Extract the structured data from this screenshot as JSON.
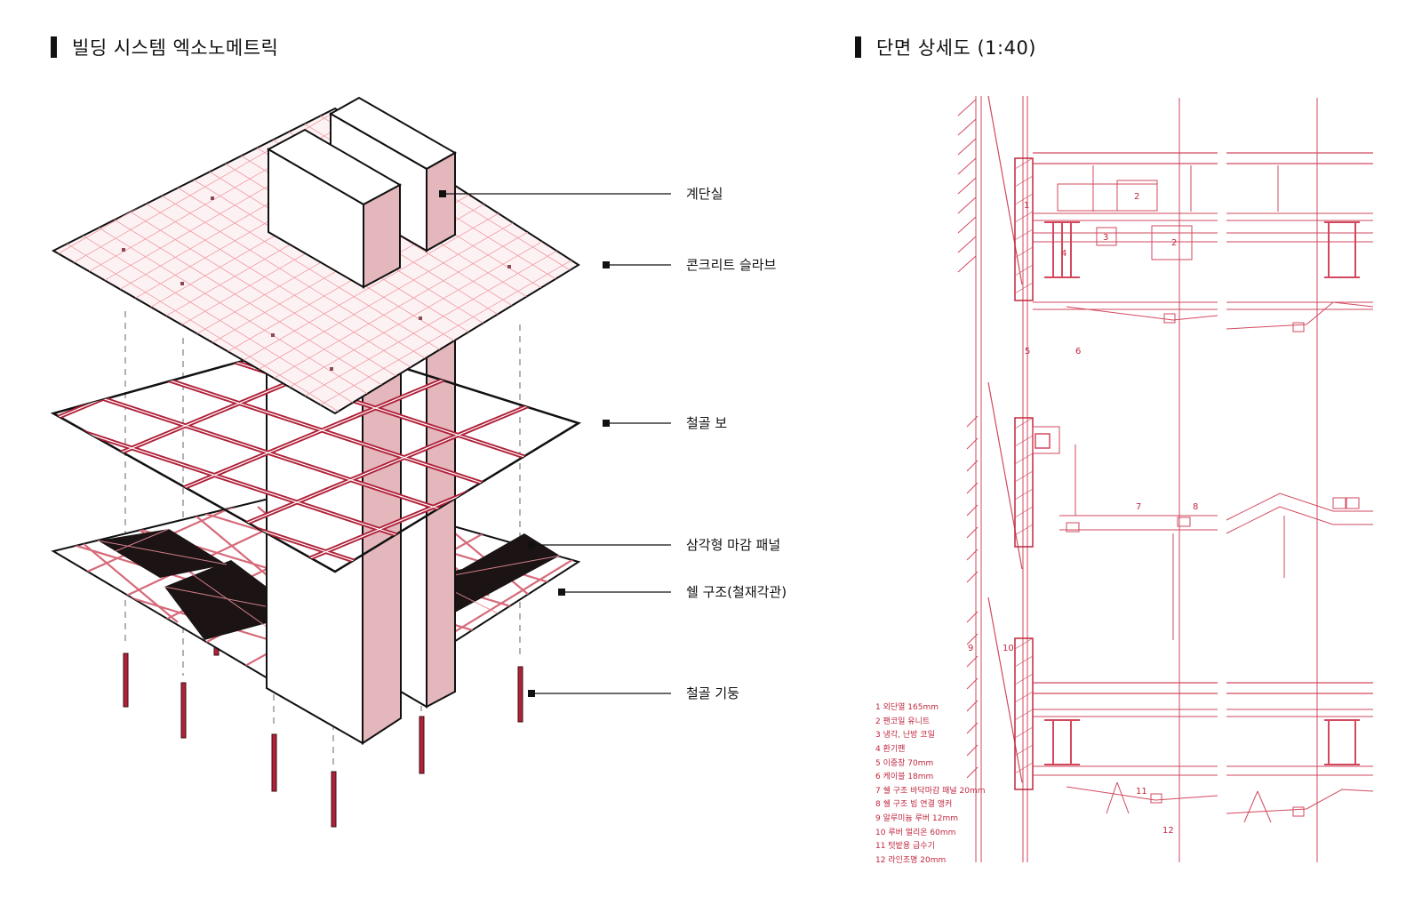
{
  "titles": {
    "left": "빌딩 시스템 엑소노메트릭",
    "right": "단면 상세도 (1:40)"
  },
  "callouts": [
    {
      "id": "stair",
      "label": "계단실"
    },
    {
      "id": "slab",
      "label": "콘크리트 슬라브"
    },
    {
      "id": "beam",
      "label": "철골 보"
    },
    {
      "id": "panel",
      "label": "삼각형 마감 패널"
    },
    {
      "id": "shell",
      "label": "쉘 구조(철재각관)"
    },
    {
      "id": "column",
      "label": "철골 기둥"
    }
  ],
  "section_numbers": {
    "n1": "1",
    "n2a": "2",
    "n2b": "2",
    "n3": "3",
    "n4": "4",
    "n5": "5",
    "n6": "6",
    "n7": "7",
    "n8": "8",
    "n9": "9",
    "n10": "10",
    "n11": "11",
    "n12": "12"
  },
  "legend": [
    "1 외단열 165mm",
    "2 팬코일 유니트",
    "3 냉각, 난방 코일",
    "4 환기팬",
    "5 이중창 70mm",
    "6 케이블 18mm",
    "7 쉘 구조 바닥마감 패널 20mm",
    "8 쉘 구조 빔 연결 앵커",
    "9 알루미늄 루버 12mm",
    "10 루버 멀리온 60mm",
    "11 텃밭용 급수기",
    "12 라인조명 20mm"
  ],
  "colors": {
    "accent": "#c0283f",
    "beam": "#b0223a",
    "line": "#e07585",
    "core": "#e4b7bc",
    "panel": "#1c1414",
    "ink": "#111111"
  }
}
